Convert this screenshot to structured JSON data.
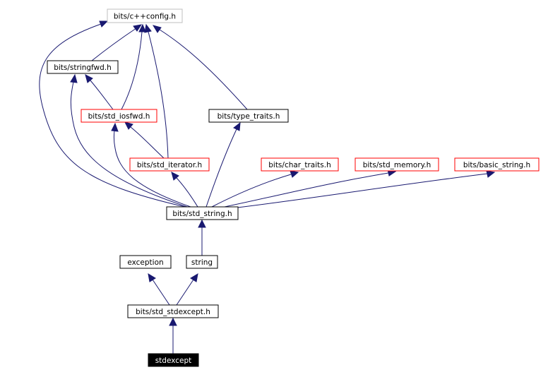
{
  "colors": {
    "edge": "#191970",
    "box_plain": "#000000",
    "box_red": "#ff0000",
    "box_gray": "#bfbfbf",
    "root_fill": "#000000",
    "root_text": "#ffffff"
  },
  "nodes": {
    "config": "bits/c++config.h",
    "stringfwd": "bits/stringfwd.h",
    "iosfwd": "bits/std_iosfwd.h",
    "type_traits": "bits/type_traits.h",
    "iterator": "bits/std_iterator.h",
    "char_traits": "bits/char_traits.h",
    "memory": "bits/std_memory.h",
    "basic_string": "bits/basic_string.h",
    "std_string": "bits/std_string.h",
    "exception": "exception",
    "string": "string",
    "stdexcept_h": "bits/std_stdexcept.h",
    "stdexcept": "stdexcept"
  }
}
